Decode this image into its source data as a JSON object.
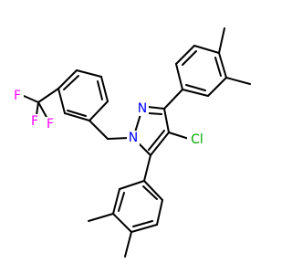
{
  "molecule": {
    "atoms": {
      "n1": {
        "label": "N",
        "color": "#0000ff"
      },
      "n2": {
        "label": "N",
        "color": "#0000ff"
      },
      "cl": {
        "label": "Cl",
        "color": "#00aa00"
      },
      "f1": {
        "label": "F",
        "color": "#ff00ff"
      },
      "f2": {
        "label": "F",
        "color": "#ff00ff"
      },
      "f3": {
        "label": "F",
        "color": "#ff00ff"
      }
    }
  }
}
